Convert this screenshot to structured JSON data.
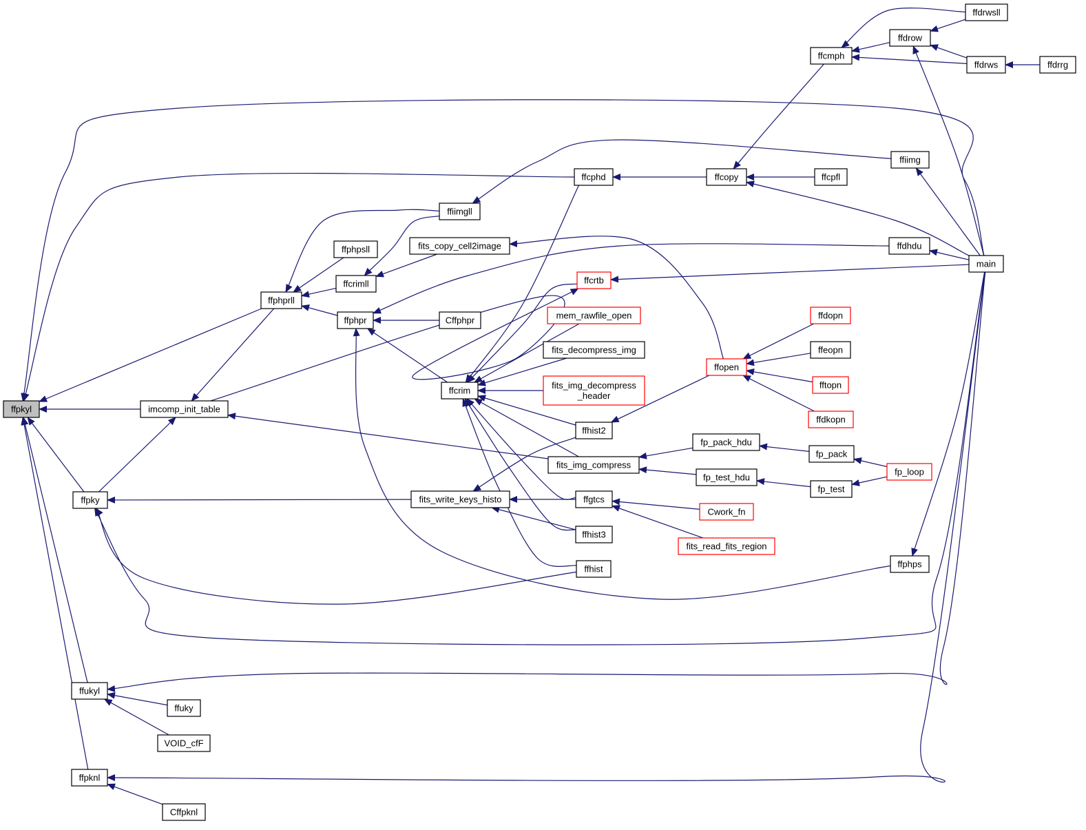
{
  "graph": {
    "nodes": [
      {
        "id": "ffpkyl",
        "label": "ffpkyl",
        "highlighted": true
      },
      {
        "id": "imcomp_init_table",
        "label": "imcomp_init_table"
      },
      {
        "id": "ffpky",
        "label": "ffpky"
      },
      {
        "id": "ffukyl",
        "label": "ffukyl"
      },
      {
        "id": "ffpknl",
        "label": "ffpknl"
      },
      {
        "id": "ffuky",
        "label": "ffuky"
      },
      {
        "id": "VOID_cfF",
        "label": "VOID_cfF"
      },
      {
        "id": "Cffpknl",
        "label": "Cffpknl"
      },
      {
        "id": "ffphprll",
        "label": "ffphprll"
      },
      {
        "id": "ffphpsll",
        "label": "ffphpsll"
      },
      {
        "id": "ffcrimll",
        "label": "ffcrimll"
      },
      {
        "id": "ffphpr",
        "label": "ffphpr"
      },
      {
        "id": "ffiimgll",
        "label": "ffiimgll"
      },
      {
        "id": "fits_copy_cell2image",
        "label": "fits_copy_cell2image"
      },
      {
        "id": "Cffphpr",
        "label": "Cffphpr"
      },
      {
        "id": "ffcrim",
        "label": "ffcrim"
      },
      {
        "id": "fits_write_keys_histo",
        "label": "fits_write_keys_histo"
      },
      {
        "id": "ffcphd",
        "label": "ffcphd"
      },
      {
        "id": "ffcrtb",
        "label": "ffcrtb",
        "red": true
      },
      {
        "id": "mem_rawfile_open",
        "label": "mem_rawfile_open",
        "red": true
      },
      {
        "id": "fits_decompress_img",
        "label": "fits_decompress_img"
      },
      {
        "id": "fits_img_decompress_header",
        "label": "fits_img_decompress\n_header",
        "red": true
      },
      {
        "id": "ffhist2",
        "label": "ffhist2"
      },
      {
        "id": "fits_img_compress",
        "label": "fits_img_compress"
      },
      {
        "id": "ffgtcs",
        "label": "ffgtcs"
      },
      {
        "id": "ffhist3",
        "label": "ffhist3"
      },
      {
        "id": "ffhist",
        "label": "ffhist"
      },
      {
        "id": "ffcopy",
        "label": "ffcopy"
      },
      {
        "id": "ffcpfl",
        "label": "ffcpfl"
      },
      {
        "id": "ffopen",
        "label": "ffopen",
        "red": true
      },
      {
        "id": "fp_pack_hdu",
        "label": "fp_pack_hdu"
      },
      {
        "id": "fp_test_hdu",
        "label": "fp_test_hdu"
      },
      {
        "id": "Cwork_fn",
        "label": "Cwork_fn",
        "red": true
      },
      {
        "id": "fits_read_fits_region",
        "label": "fits_read_fits_region",
        "red": true
      },
      {
        "id": "ffdopn",
        "label": "ffdopn",
        "red": true
      },
      {
        "id": "ffeopn",
        "label": "ffeopn"
      },
      {
        "id": "fftopn",
        "label": "fftopn",
        "red": true
      },
      {
        "id": "ffdkopn",
        "label": "ffdkopn",
        "red": true
      },
      {
        "id": "fp_pack",
        "label": "fp_pack"
      },
      {
        "id": "fp_test",
        "label": "fp_test"
      },
      {
        "id": "fp_loop",
        "label": "fp_loop",
        "red": true
      },
      {
        "id": "ffcmph",
        "label": "ffcmph"
      },
      {
        "id": "ffdrow",
        "label": "ffdrow"
      },
      {
        "id": "ffdrwsll",
        "label": "ffdrwsll"
      },
      {
        "id": "ffdrws",
        "label": "ffdrws"
      },
      {
        "id": "ffdrrg",
        "label": "ffdrrg"
      },
      {
        "id": "ffiimg",
        "label": "ffiimg"
      },
      {
        "id": "ffdhdu",
        "label": "ffdhdu"
      },
      {
        "id": "main",
        "label": "main"
      },
      {
        "id": "ffphps",
        "label": "ffphps"
      }
    ],
    "edges": [
      [
        "main",
        "ffpkyl"
      ],
      [
        "ffcphd",
        "ffpkyl"
      ],
      [
        "ffphprll",
        "ffpkyl"
      ],
      [
        "imcomp_init_table",
        "ffpkyl"
      ],
      [
        "ffpky",
        "ffpkyl"
      ],
      [
        "ffukyl",
        "ffpkyl"
      ],
      [
        "ffpknl",
        "ffpkyl"
      ],
      [
        "ffphprll",
        "imcomp_init_table"
      ],
      [
        "ffpky",
        "imcomp_init_table"
      ],
      [
        "fits_img_compress",
        "imcomp_init_table"
      ],
      [
        "fits_write_keys_histo",
        "ffpky"
      ],
      [
        "ffhist",
        "ffpky"
      ],
      [
        "main",
        "ffpky"
      ],
      [
        "main",
        "ffukyl"
      ],
      [
        "ffuky",
        "ffukyl"
      ],
      [
        "VOID_cfF",
        "ffukyl"
      ],
      [
        "main",
        "ffpknl"
      ],
      [
        "Cffpknl",
        "ffpknl"
      ],
      [
        "ffiimgll",
        "ffphprll"
      ],
      [
        "ffphpsll",
        "ffphprll"
      ],
      [
        "ffcrimll",
        "ffphprll"
      ],
      [
        "ffphpr",
        "ffphprll"
      ],
      [
        "ffiimgll",
        "ffcrimll"
      ],
      [
        "fits_copy_cell2image",
        "ffcrimll"
      ],
      [
        "ffdhdu",
        "ffphpr"
      ],
      [
        "Cffphpr",
        "ffphpr"
      ],
      [
        "ffcrim",
        "ffphpr"
      ],
      [
        "ffphps",
        "ffphpr"
      ],
      [
        "ffiimg",
        "ffiimgll"
      ],
      [
        "ffopen",
        "fits_copy_cell2image"
      ],
      [
        "ffcphd",
        "ffcrim"
      ],
      [
        "ffcrtb",
        "ffcrim"
      ],
      [
        "mem_rawfile_open",
        "ffcrim"
      ],
      [
        "fits_decompress_img",
        "ffcrim"
      ],
      [
        "fits_img_decompress_header",
        "ffcrim"
      ],
      [
        "ffhist2",
        "ffcrim"
      ],
      [
        "fits_img_compress",
        "ffcrim"
      ],
      [
        "ffgtcs",
        "ffcrim"
      ],
      [
        "ffhist3",
        "ffcrim"
      ],
      [
        "ffhist",
        "ffcrim"
      ],
      [
        "ffhist2",
        "fits_write_keys_histo"
      ],
      [
        "ffgtcs",
        "fits_write_keys_histo"
      ],
      [
        "ffhist3",
        "fits_write_keys_histo"
      ],
      [
        "ffcopy",
        "ffcphd"
      ],
      [
        "main",
        "ffcrtb"
      ],
      [
        "imcomp_init_table",
        "ffcrtb"
      ],
      [
        "ffopen",
        "ffhist2"
      ],
      [
        "fp_pack_hdu",
        "fits_img_compress"
      ],
      [
        "fp_test_hdu",
        "fits_img_compress"
      ],
      [
        "Cwork_fn",
        "ffgtcs"
      ],
      [
        "fits_read_fits_region",
        "ffgtcs"
      ],
      [
        "ffcmph",
        "ffcopy"
      ],
      [
        "ffcpfl",
        "ffcopy"
      ],
      [
        "main",
        "ffcopy"
      ],
      [
        "ffdopn",
        "ffopen"
      ],
      [
        "ffeopn",
        "ffopen"
      ],
      [
        "fftopn",
        "ffopen"
      ],
      [
        "ffdkopn",
        "ffopen"
      ],
      [
        "fp_pack",
        "fp_pack_hdu"
      ],
      [
        "fp_test",
        "fp_test_hdu"
      ],
      [
        "fp_loop",
        "fp_pack"
      ],
      [
        "fp_loop",
        "fp_test"
      ],
      [
        "ffdrwsll",
        "ffcmph"
      ],
      [
        "ffdrow",
        "ffcmph"
      ],
      [
        "ffdrws",
        "ffcmph"
      ],
      [
        "ffdrwsll",
        "ffdrow"
      ],
      [
        "ffdrws",
        "ffdrow"
      ],
      [
        "main",
        "ffdrow"
      ],
      [
        "ffdrrg",
        "ffdrws"
      ],
      [
        "main",
        "ffiimg"
      ],
      [
        "main",
        "ffdhdu"
      ],
      [
        "main",
        "ffphps"
      ]
    ]
  }
}
